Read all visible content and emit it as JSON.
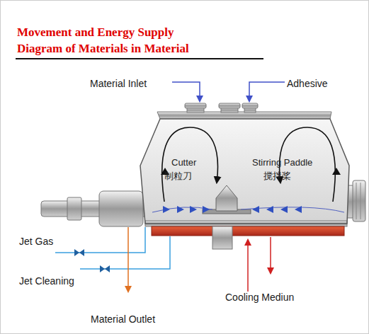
{
  "diagram": {
    "title": "Movement and Energy Supply Diagram of Materials in Material",
    "nodes": [
      {
        "text": [
          "Cutter",
          "制粒刀",
          "Stirring Paddle",
          "搅拌桨"
        ]
      }
    ],
    "labels": [
      "Material Inlet",
      "Adhesive",
      "Jet Gas",
      "Jet Cleaning",
      "Material Outlet",
      "Cooling Mediun"
    ]
  }
}
